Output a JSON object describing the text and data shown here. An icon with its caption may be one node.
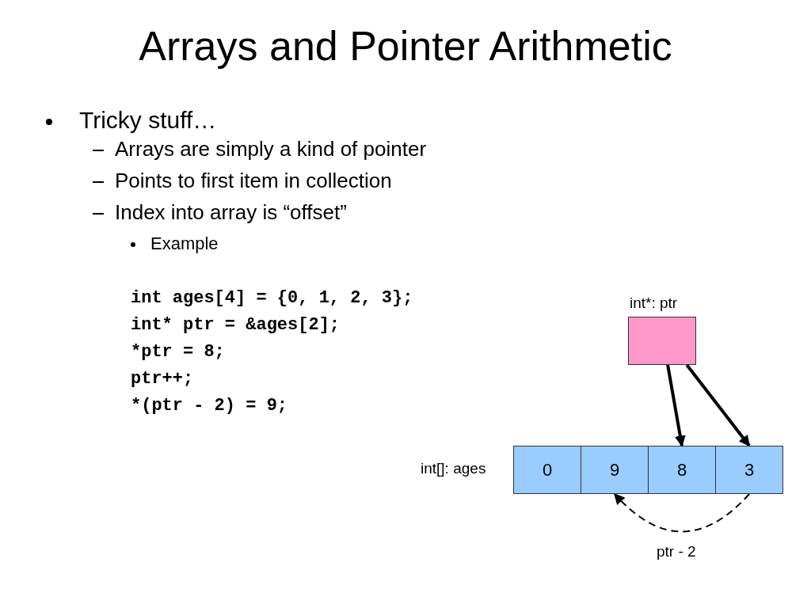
{
  "diagram": {
    "title": "Arrays and Pointer Arithmetic",
    "nodes": [
      {
        "text": [
          "int*: ptr"
        ]
      },
      {
        "text": [
          "int[]: ages"
        ]
      },
      {
        "text": [
          "0"
        ],
        "in": 1
      },
      {
        "text": [
          "9"
        ],
        "in": 1
      },
      {
        "text": [
          "8"
        ],
        "in": 1
      },
      {
        "text": [
          "3"
        ],
        "in": 1
      }
    ],
    "edges": [
      {
        "from": 0,
        "to": 4,
        "arrow": "to"
      },
      {
        "from": 0,
        "to": 5,
        "arrow": "to"
      },
      {
        "from": 5,
        "to": 3,
        "arrow": "to",
        "style": "dashed",
        "label": "ptr - 2"
      }
    ],
    "labels": [
      "Tricky stuff…",
      "Arrays are simply a kind of pointer",
      "Points to first item in collection",
      "Index into array is “offset”",
      "Example",
      "int ages[4] = {0, 1, 2, 3};",
      "int* ptr = &ages[2];",
      "*ptr = 8;",
      "ptr++;",
      "*(ptr - 2) = 9;"
    ]
  }
}
